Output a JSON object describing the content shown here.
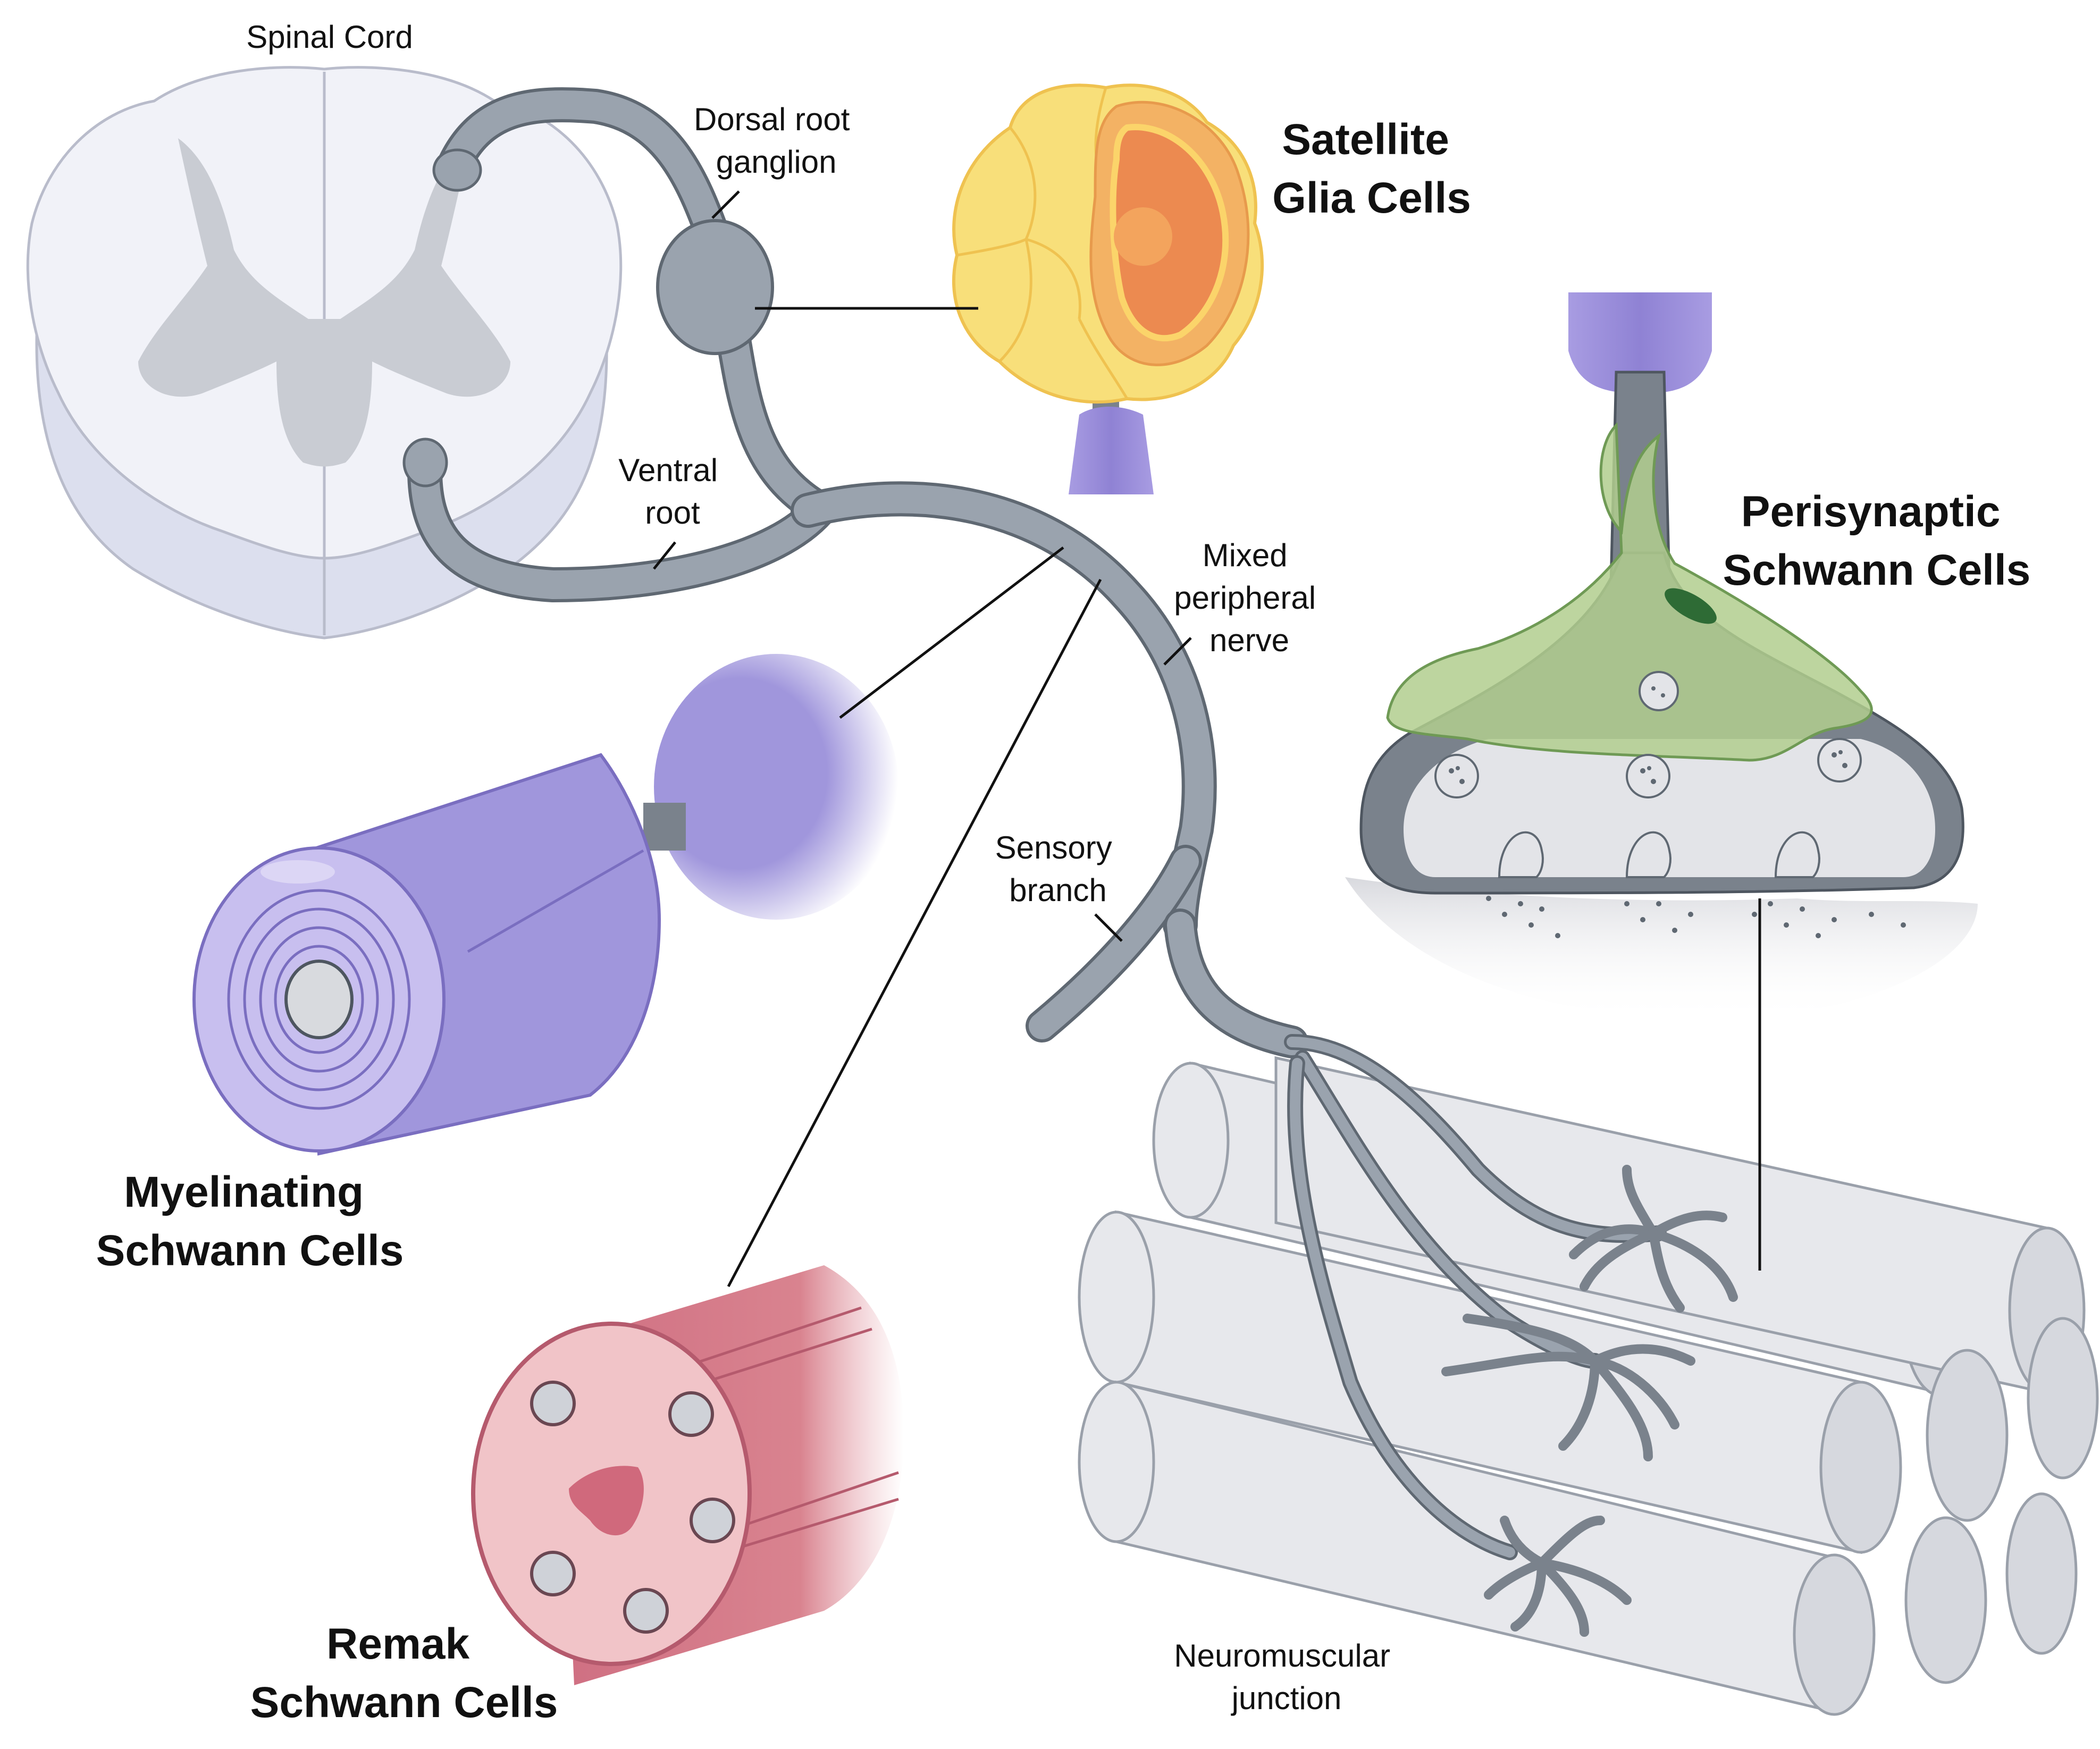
{
  "labels": {
    "spinal_cord": "Spinal Cord",
    "dorsal_root_ganglion": [
      "Dorsal root",
      "ganglion"
    ],
    "ventral_root": [
      "Ventral",
      "root"
    ],
    "mixed_peripheral_nerve": [
      "Mixed",
      "peripheral",
      "nerve"
    ],
    "sensory_branch": [
      "Sensory",
      "branch"
    ],
    "neuromuscular_junction": [
      "Neuromuscular",
      "junction"
    ],
    "satellite_glia_cells": [
      "Satellite",
      "Glia Cells"
    ],
    "perisynaptic_schwann_cells": [
      "Perisynaptic",
      "Schwann Cells"
    ],
    "myelinating_schwann_cells": [
      "Myelinating",
      "Schwann Cells"
    ],
    "remak_schwann_cells": [
      "Remak",
      "Schwann Cells"
    ]
  },
  "colors": {
    "nerve_gray": "#9aa3ae",
    "spinal_cord_white": "#f1f2f8",
    "satellite_yellow": "#f8df7a",
    "satellite_orange": "#ec8a50",
    "myelin_purple": "#a096dc",
    "remak_pink": "#d47889",
    "perisynaptic_green": "#b2ce8e",
    "muscle_gray": "#e7e8ec",
    "neuron_purple": "#8f82d4"
  }
}
